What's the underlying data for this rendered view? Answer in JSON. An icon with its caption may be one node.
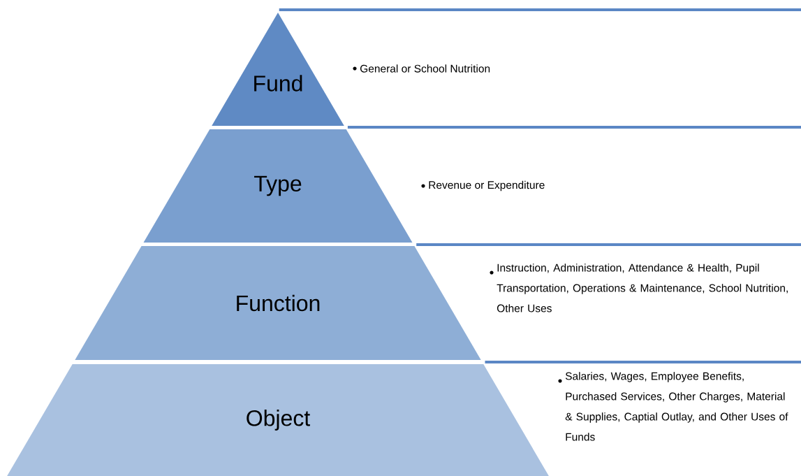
{
  "diagram": {
    "nodes": [
      {
        "text": [
          "Fund"
        ]
      },
      {
        "text": [
          "Type"
        ]
      },
      {
        "text": [
          "Function"
        ]
      },
      {
        "text": [
          "Object"
        ]
      },
      {
        "text": [
          "General or School Nutrition"
        ]
      },
      {
        "text": [
          "Revenue or Expenditure"
        ]
      },
      {
        "text": [
          "Instruction, Administration, Attendance & Health, Pupil Transportation, Operations & Maintenance, School Nutrition, Other Uses"
        ]
      },
      {
        "text": [
          "Salaries, Wages, Employee Benefits, Purchased Services, Other Charges, Material & Supplies, Captial Outlay, and Other Uses of Funds"
        ]
      }
    ]
  }
}
